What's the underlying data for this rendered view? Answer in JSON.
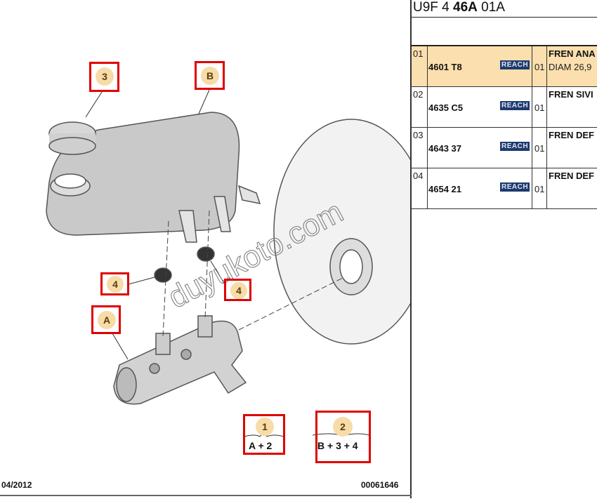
{
  "panel": {
    "title_prefix": "U9F 4 ",
    "title_bold": "46A",
    "title_suffix": " 01A"
  },
  "rows": [
    {
      "idx": "01",
      "ref": "4601 T8",
      "badge": "REACH",
      "qty": "01",
      "desc": "FREN ANA",
      "desc2": "DIAM 26,9",
      "selected": true
    },
    {
      "idx": "02",
      "ref": "4635 C5",
      "badge": "REACH",
      "qty": "01",
      "desc": "FREN SIVI",
      "desc2": ""
    },
    {
      "idx": "03",
      "ref": "4643 37",
      "badge": "REACH",
      "qty": "01",
      "desc": "FREN DEF",
      "desc2": ""
    },
    {
      "idx": "04",
      "ref": "4654 21",
      "badge": "REACH",
      "qty": "01",
      "desc": "FREN DEF",
      "desc2": ""
    }
  ],
  "diagram": {
    "callouts": {
      "c3": "3",
      "cB": "B",
      "c4a": "4",
      "c4b": "4",
      "cA": "A"
    },
    "groups": [
      {
        "num": "1",
        "formula": "A + 2"
      },
      {
        "num": "2",
        "formula": "B + 3 + 4"
      }
    ],
    "watermark": "duyukoto.com",
    "date": "04/2012",
    "code": "00061646"
  },
  "colors": {
    "highlight": "#fbdfae",
    "callout_border": "#e00000",
    "badge": "#1e3a6e"
  }
}
